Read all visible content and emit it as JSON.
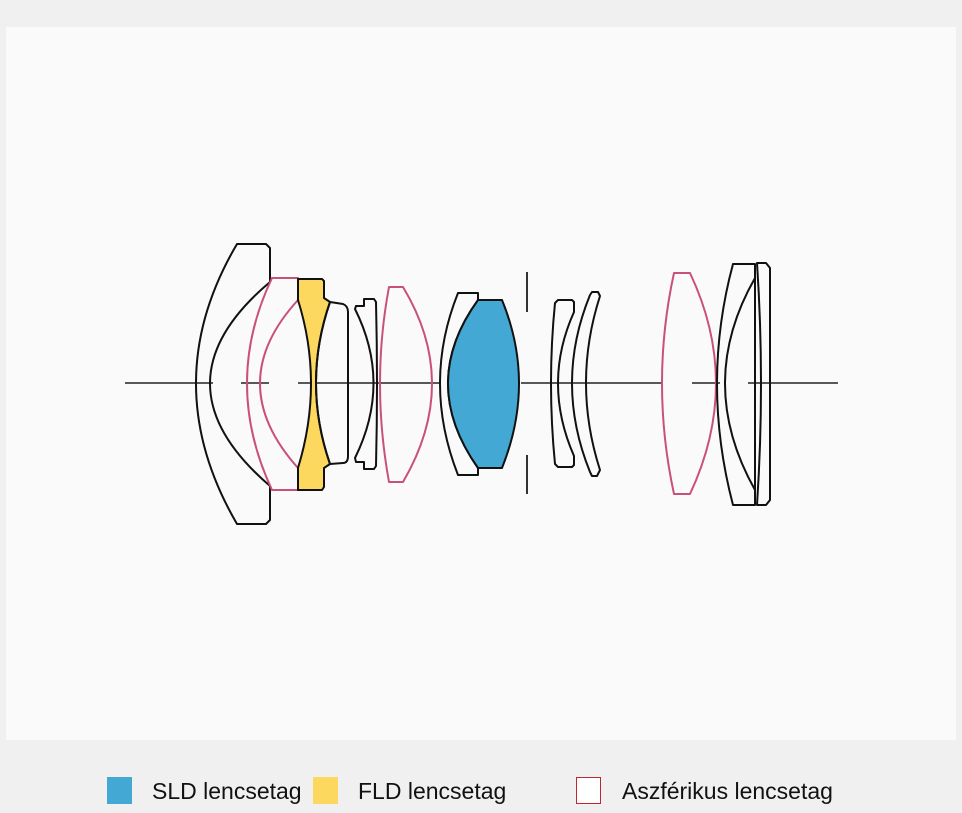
{
  "colors": {
    "sld": "#43a8d3",
    "fld": "#fcd95e",
    "aspherical_outline": "#c9507d",
    "lens_outline": "#111111",
    "legend_aspherical_border": "#c0262d"
  },
  "legend": [
    {
      "label": "SLD lencsetag",
      "swatch": "sld"
    },
    {
      "label": "FLD lencsetag",
      "swatch": "fld"
    },
    {
      "label": "Aszférikus lencsetag",
      "swatch": "aspherical"
    }
  ]
}
